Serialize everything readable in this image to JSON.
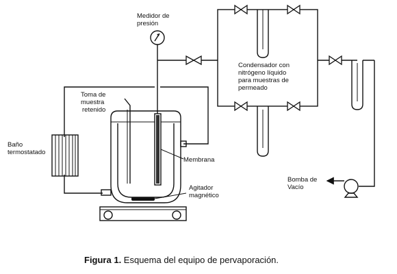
{
  "labels": {
    "gauge": [
      "Medidor de",
      "presión"
    ],
    "sample": [
      "Toma de",
      "muestra",
      "retenido"
    ],
    "bath": [
      "Baño",
      "termostatado"
    ],
    "condenser": [
      "Condensador con",
      "nitrógeno líquido",
      "para muestras de",
      "permeado"
    ],
    "membrane": "Membrana",
    "pump": [
      "Bomba de",
      "Vacío"
    ],
    "stirrer": [
      "Agitador",
      "magnético"
    ]
  },
  "caption": {
    "bold": "Figura 1.",
    "text": " Esquema del equipo de pervaporación."
  }
}
